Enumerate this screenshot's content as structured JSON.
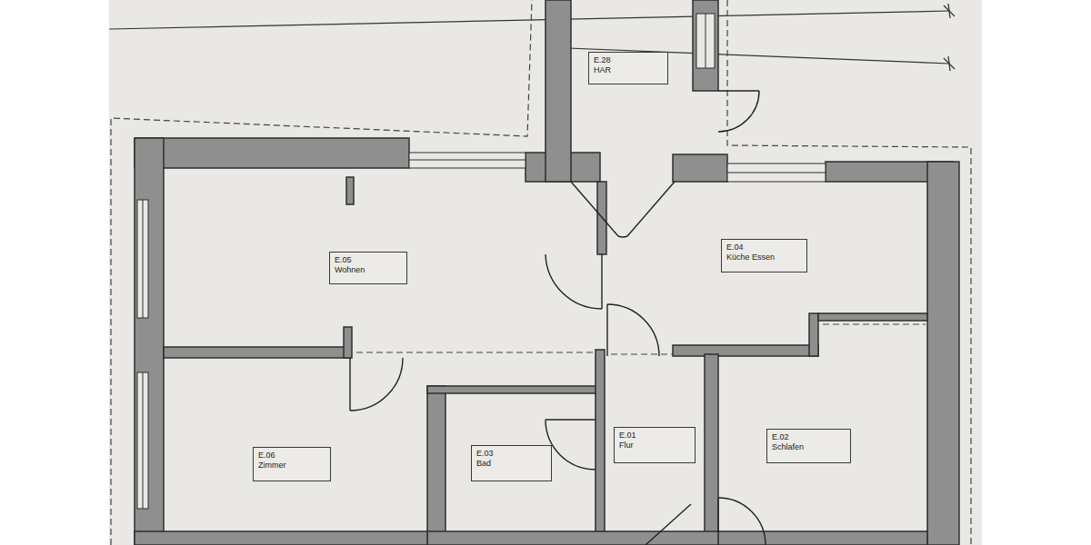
{
  "diagram": {
    "nodes": [
      {
        "text": [
          "E.28",
          "HAR"
        ]
      },
      {
        "text": [
          "E.05",
          "Wohnen"
        ]
      },
      {
        "text": [
          "E.04",
          "Küche Essen"
        ]
      },
      {
        "text": [
          "E.06",
          "Zimmer"
        ]
      },
      {
        "text": [
          "E.03",
          "Bad"
        ]
      },
      {
        "text": [
          "E.01",
          "Flur"
        ]
      },
      {
        "text": [
          "E.02",
          "Schlafen"
        ]
      }
    ]
  }
}
